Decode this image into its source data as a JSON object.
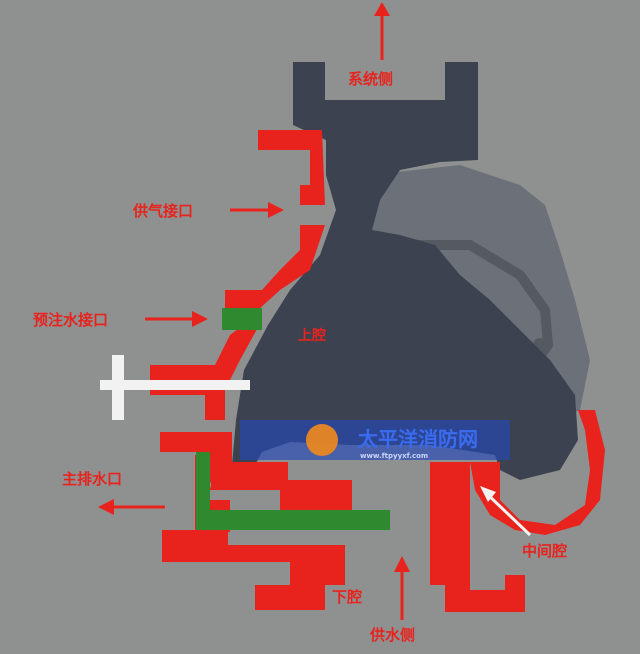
{
  "labels": {
    "system_side": "系统侧",
    "exhaust_port": "供气接口",
    "prefill_port": "预注水接口",
    "upper_chamber": "上腔",
    "main_drain": "主排水口",
    "lower_chamber": "下腔",
    "supply_side": "供水侧",
    "middle_chamber": "中间腔"
  },
  "watermark": {
    "name": "太平洋消防网",
    "url": "www.ftpyyxf.com"
  },
  "colors": {
    "background": "#8f9191",
    "housing_dark": "#3c4250",
    "housing_light": "#6c7078",
    "red": "#e8231d",
    "green": "#2f8a2f",
    "white": "#f2f2f2",
    "watermark_blue": "#2348b8"
  }
}
